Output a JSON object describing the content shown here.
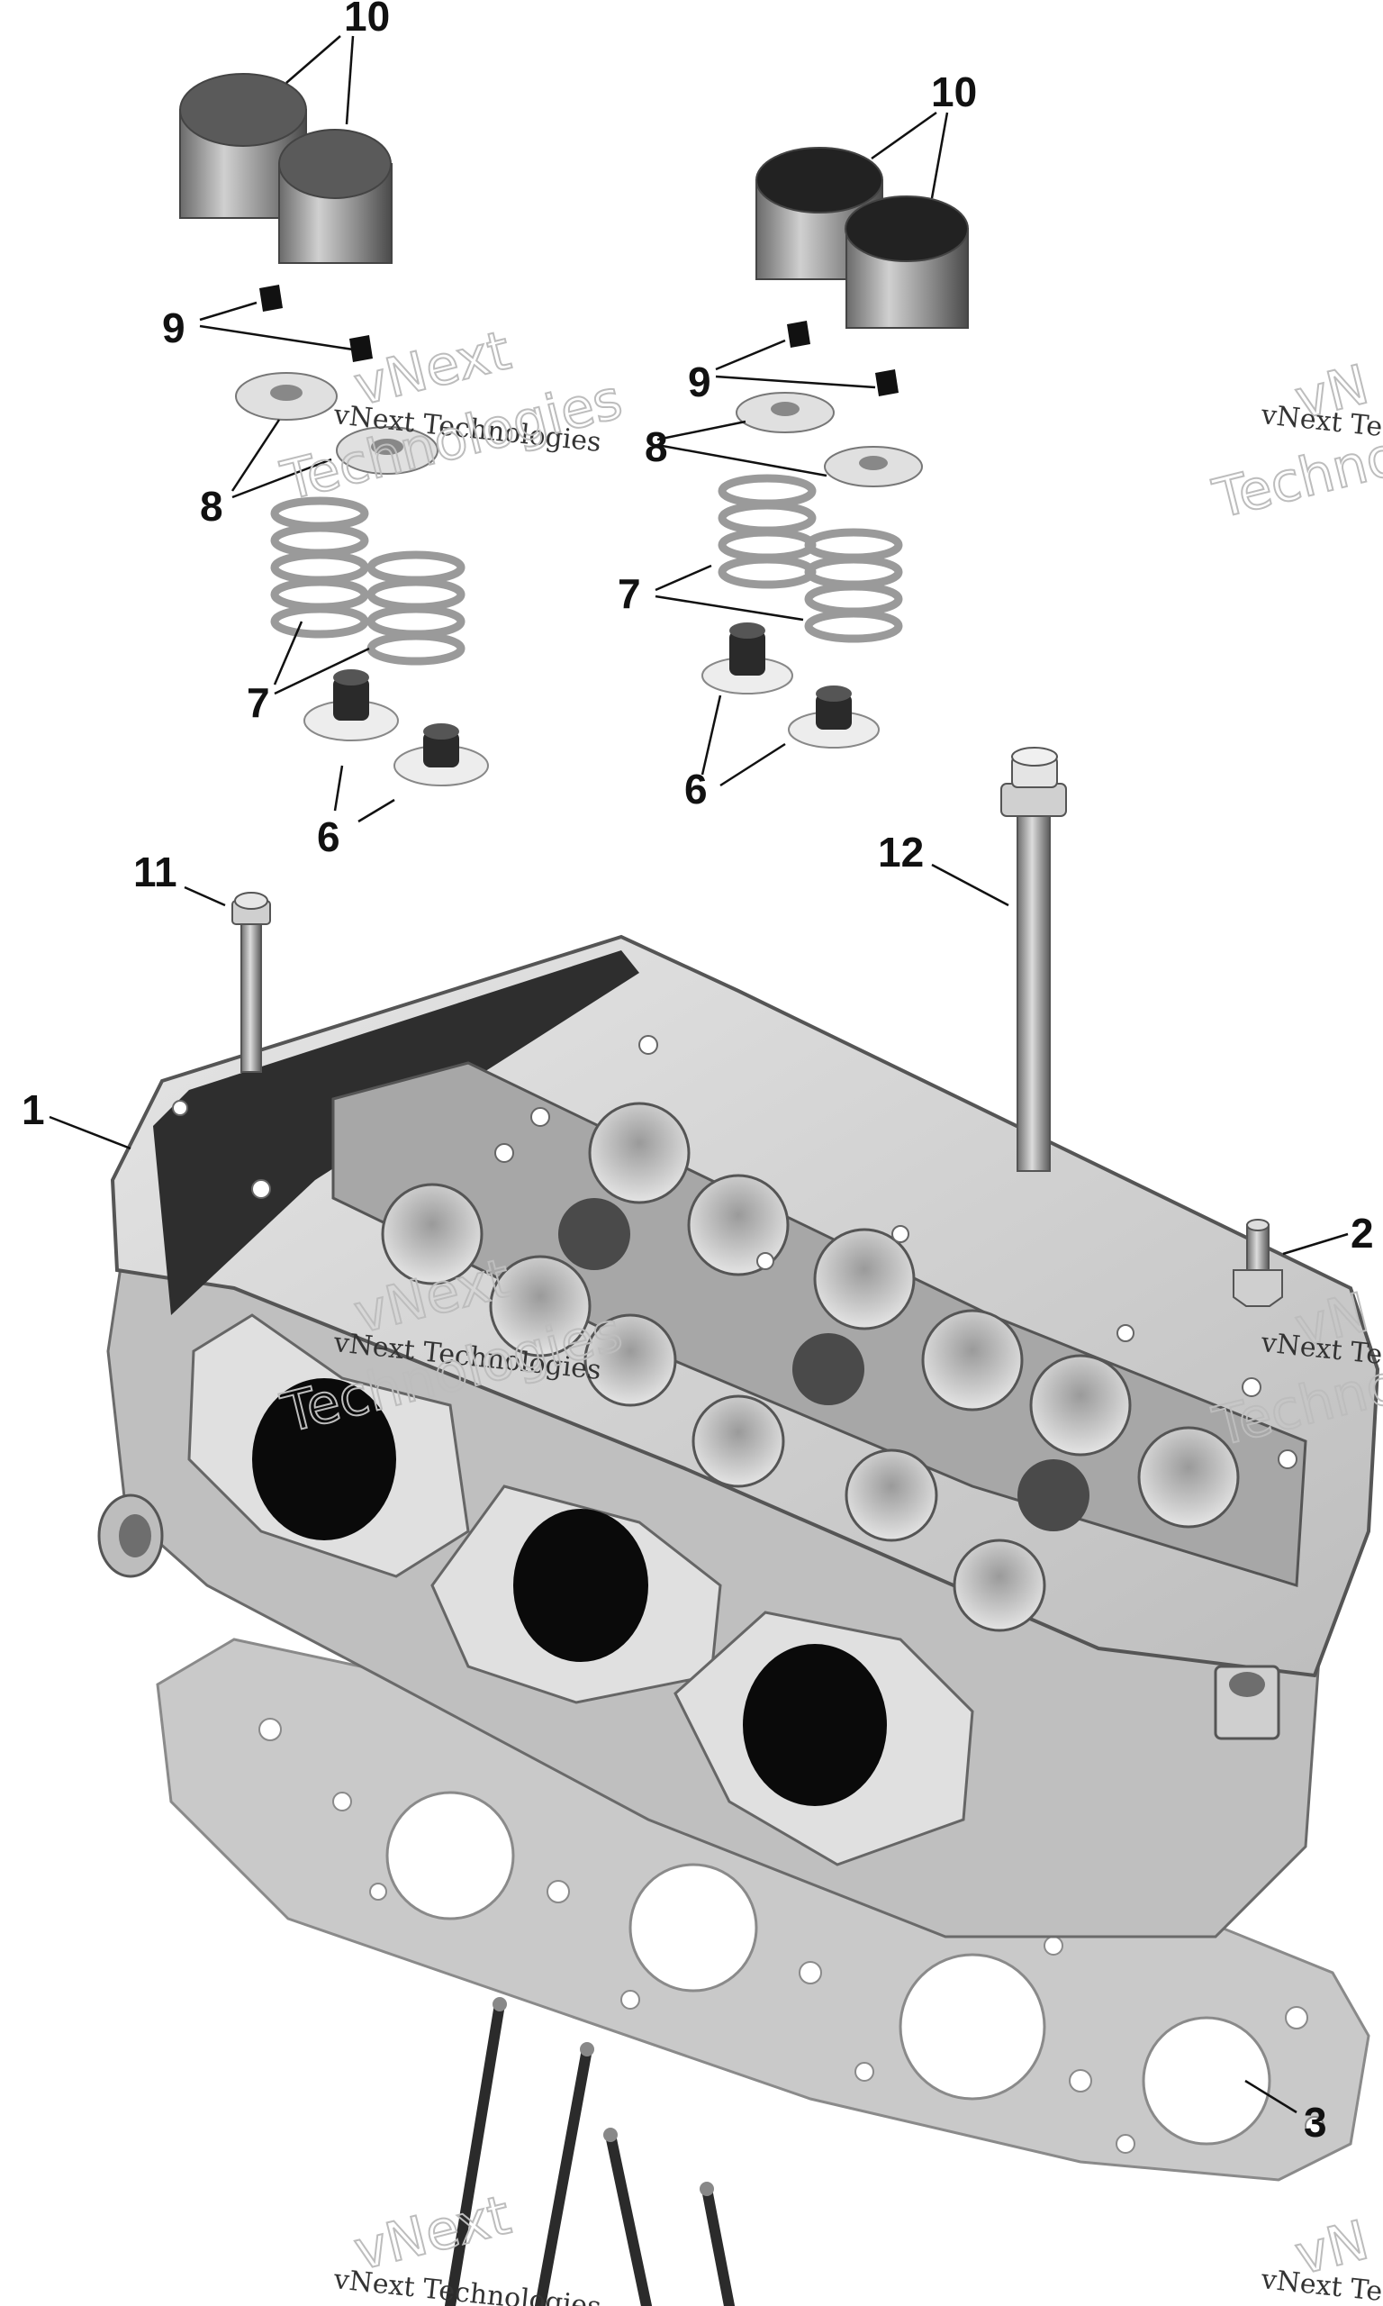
{
  "callouts": [
    {
      "label": "10"
    },
    {
      "label": "10"
    },
    {
      "label": "9"
    },
    {
      "label": "9"
    },
    {
      "label": "8"
    },
    {
      "label": "8"
    },
    {
      "label": "7"
    },
    {
      "label": "7"
    },
    {
      "label": "6"
    },
    {
      "label": "6"
    },
    {
      "label": "11"
    },
    {
      "label": "12"
    },
    {
      "label": "1"
    },
    {
      "label": "2"
    },
    {
      "label": "3"
    }
  ],
  "watermark": {
    "brand_line": "vNext Technologies",
    "brand_top": "vNext",
    "brand_bottom": "Technologies",
    "brand_top_cut": "vN",
    "brand_bottom_cut": "Techno",
    "brand_line_cut": "vNext Te"
  },
  "colors": {
    "metal_light": "#d9d9d9",
    "metal_mid": "#a9a9a9",
    "metal_dark": "#5a5a5a",
    "bore_dark": "#111111",
    "gasket": "#c8c8c8"
  }
}
